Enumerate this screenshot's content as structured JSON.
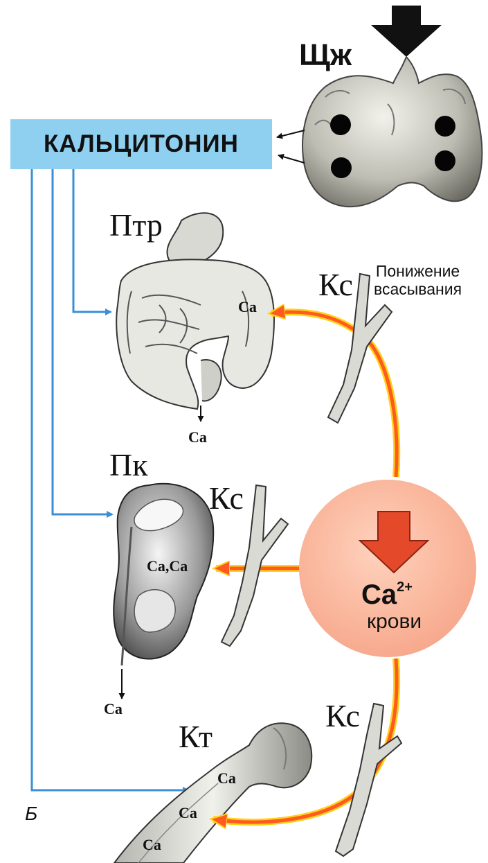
{
  "hormone": "КАЛЬЦИТОНИН",
  "organs": {
    "thyroid": "Щж",
    "digestive_tract": "Птр",
    "kidney": "Пк",
    "bone": "Кт"
  },
  "vessel_label": "Кс",
  "reduction_note": [
    "Понижение",
    "всасывания"
  ],
  "blood": {
    "ion": "Ca",
    "charge": "2+",
    "word": "крови"
  },
  "ca": {
    "gut_site": "Ca",
    "gut_out": "Ca",
    "kidney_site": "Ca,Ca",
    "kidney_out": "Ca",
    "bone_1": "Ca",
    "bone_2": "Ca",
    "bone_3": "Ca"
  },
  "panel_letter": "Б",
  "colors": {
    "hormone_box": "#8fd0f1",
    "blue_arrow": "#3a8fd8",
    "orange_arrow": "#ff5a1f",
    "yellow_glow": "#ffd21a",
    "blood_circle": "#f9b499",
    "down_arrow": "#e4492a"
  }
}
